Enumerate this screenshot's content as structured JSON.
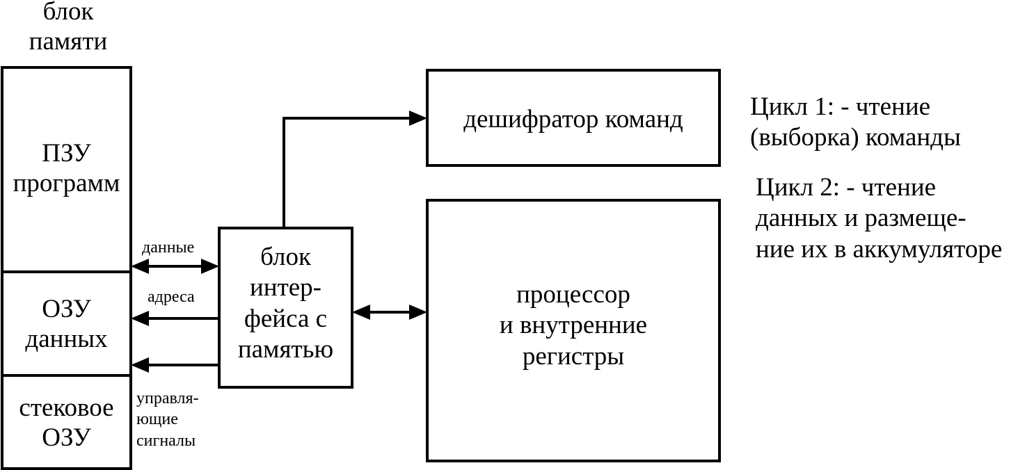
{
  "memory_block": {
    "title": [
      "блок",
      "памяти"
    ],
    "sections": [
      {
        "id": "rom",
        "lines": [
          "ПЗУ",
          "программ"
        ]
      },
      {
        "id": "ram",
        "lines": [
          "ОЗУ",
          "данных"
        ]
      },
      {
        "id": "stack",
        "lines": [
          "стековое",
          "ОЗУ"
        ]
      }
    ]
  },
  "interface_block": {
    "lines": [
      "блок",
      "интер-",
      "фейса с",
      "памятью"
    ]
  },
  "decoder_block": {
    "label": "дешифратор команд"
  },
  "processor_block": {
    "lines": [
      "процессор",
      "и внутренние",
      "регистры"
    ]
  },
  "signals": {
    "data": "данные",
    "address": "адреса",
    "control": [
      "управля-",
      "ющие",
      "сигналы"
    ]
  },
  "notes": {
    "cycle1": [
      "Цикл 1: - чтение",
      "(выборка) команды"
    ],
    "cycle2": [
      "Цикл 2: - чтение",
      "данных и размеще-",
      "ние их в аккумуляторе"
    ]
  }
}
